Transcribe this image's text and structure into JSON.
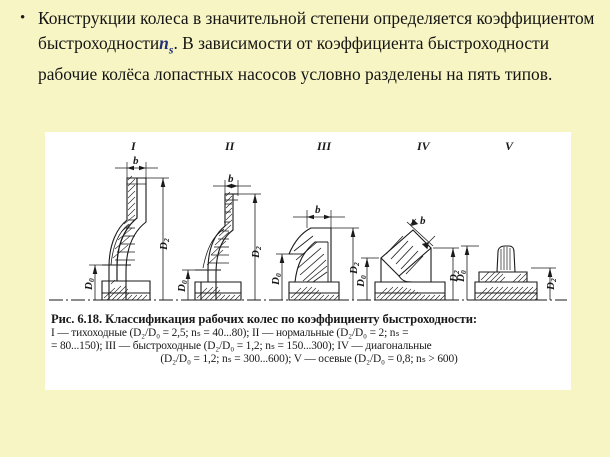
{
  "slide": {
    "background_color": "#f7f5c3",
    "bullet_glyph": "•",
    "paragraphs": [
      "Конструкции колеса в значительной степени определяется коэффициентом быстроходности",
      ". В зависимости от коэффициента быстроходности рабочие колёса лопастных насосов условно разделены на пять типов."
    ],
    "ns_symbol": {
      "base": "n",
      "subscript": "s",
      "color": "#21307a"
    }
  },
  "figure": {
    "panel_background": "#ffffff",
    "type_labels": [
      "I",
      "II",
      "III",
      "IV",
      "V"
    ],
    "dimension_labels": {
      "width": "b",
      "outlet_diameter_base": "D",
      "outlet_diameter_sub": "2",
      "inlet_diameter_base": "D",
      "inlet_diameter_sub": "0"
    },
    "impellers": [
      {
        "type": "I",
        "name": "тихоходные",
        "d2_d0": "2,5",
        "ns": "40...80"
      },
      {
        "type": "II",
        "name": "нормальные",
        "d2_d0": "2",
        "ns": "80...150"
      },
      {
        "type": "III",
        "name": "быстроходные",
        "d2_d0": "1,2",
        "ns": "150...300"
      },
      {
        "type": "IV",
        "name": "диагональные",
        "d2_d0": "1,2",
        "ns": "300...600"
      },
      {
        "type": "V",
        "name": "осевые",
        "d2_d0": "0,8",
        "ns": "> 600"
      }
    ],
    "caption": {
      "title": "Рис. 6.18. Классификация рабочих колес по коэффициенту быстроходности:",
      "lines": [
        "I — тихоходные (D₂/D₀ = 2,5; nₛ = 40...80); II — нормальные (D₂/D₀ = 2; nₛ =",
        "= 80...150); III — быстроходные (D₂/D₀ = 1,2; nₛ = 150...300); IV — диагональные",
        "(D₂/D₀ = 1,2; nₛ = 300...600); V — осевые (D₂/D₀ = 0,8; nₛ > 600)"
      ]
    }
  }
}
